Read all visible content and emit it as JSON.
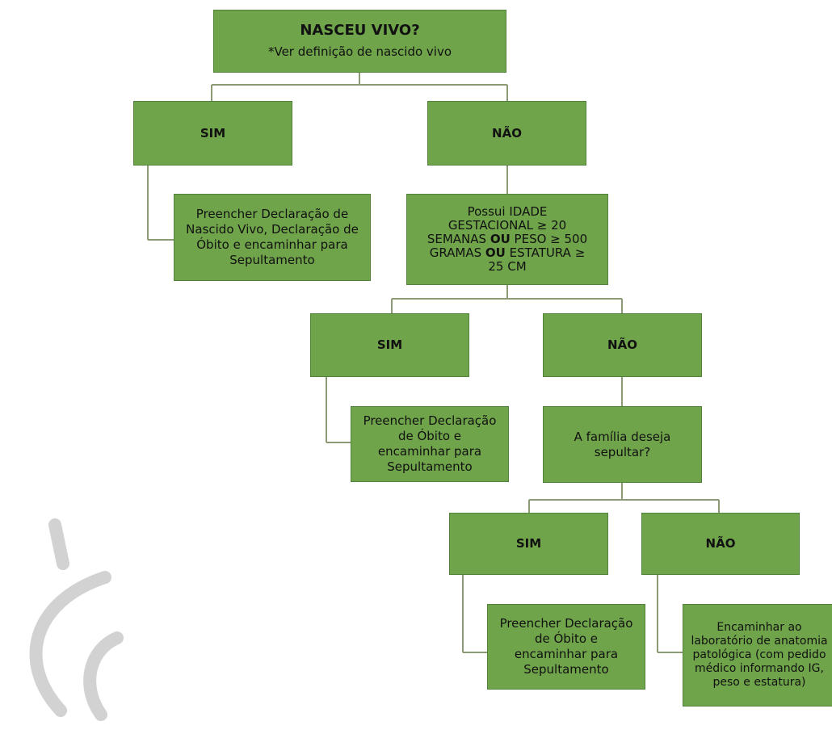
{
  "root": {
    "title": "NASCEU VIVO?",
    "note": "*Ver definição de nascido vivo"
  },
  "level1": {
    "sim": {
      "label": "SIM",
      "action": "Preencher Declaração de Nascido Vivo, Declaração de Óbito e encaminhar para Sepultamento"
    },
    "nao": {
      "label": "NÃO",
      "question": {
        "l1": "Possui IDADE",
        "l2": "GESTACIONAL ≥  20",
        "l3a": "SEMANAS ",
        "l3b": "OU",
        "l3c": " PESO ≥ 500",
        "l4a": "GRAMAS ",
        "l4b": "OU",
        "l4c": " ESTATURA ≥",
        "l5": "25 CM"
      }
    }
  },
  "level2": {
    "sim": {
      "label": "SIM",
      "action": "Preencher Declaração de Óbito e encaminhar para Sepultamento"
    },
    "nao": {
      "label": "NÃO",
      "question": "A família deseja sepultar?"
    }
  },
  "level3": {
    "sim": {
      "label": "SIM",
      "action": "Preencher Declaração de Óbito e encaminhar para Sepultamento"
    },
    "nao": {
      "label": "NÃO",
      "action": "Encaminhar ao laboratório de anatomia patológica (com pedido médico informando IG, peso e estatura)"
    }
  },
  "colors": {
    "box_fill": "#6fa44a",
    "box_border": "#52833a",
    "connector": "#8a9b76",
    "watermark": "#d2d2d2"
  }
}
